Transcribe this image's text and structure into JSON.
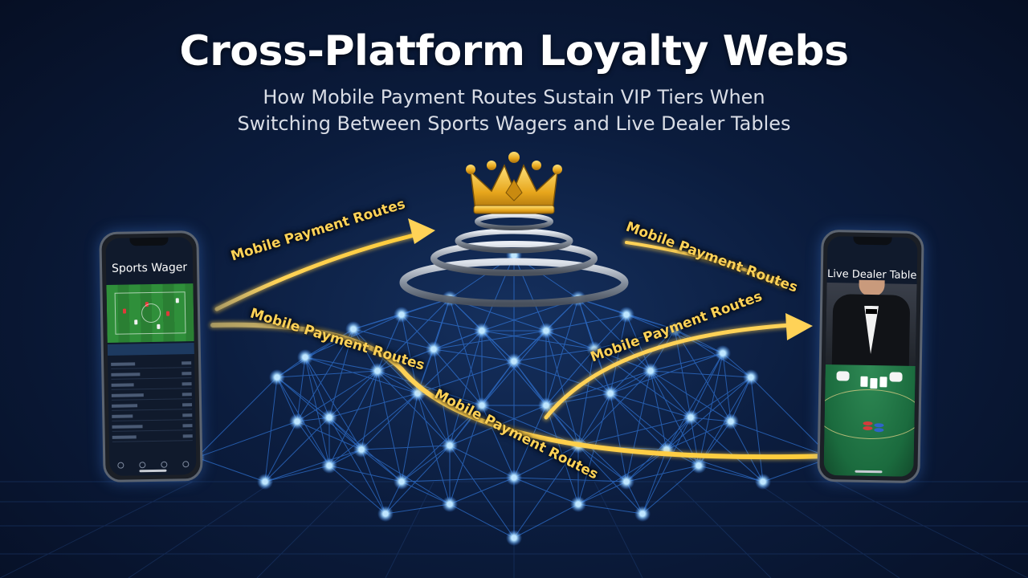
{
  "title": "Cross-Platform Loyalty Webs",
  "subtitle_line1": "How Mobile Payment Routes Sustain VIP Tiers When",
  "subtitle_line2": "Switching Between Sports Wagers and Live Dealer Tables",
  "left_phone": {
    "screen_title": "Sports Wager"
  },
  "right_phone": {
    "screen_title": "Live Dealer Table"
  },
  "route_labels": [
    "Mobile Payment Routes",
    "Mobile Payment Routes",
    "Mobile Payment Routes",
    "Mobile Payment Routes",
    "Mobile Payment Routes"
  ],
  "colors": {
    "background": "#0b1c3d",
    "route": "#ffd257",
    "network_node": "#bfe6ff",
    "network_line": "#3a8cff",
    "crown_gold": "#f2b92b"
  },
  "icons": [
    "crown-icon",
    "vip-tier-rings-icon",
    "network-web-icon",
    "arrow-icon"
  ]
}
